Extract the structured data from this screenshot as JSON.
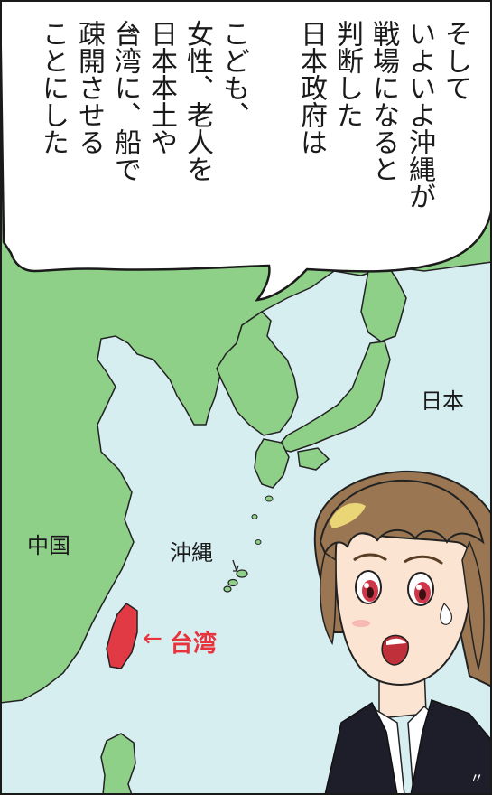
{
  "speech": {
    "lines": [
      "そして",
      "いよいよ沖縄が",
      "戦場になると",
      "判断した",
      "日本政府は",
      "こども、",
      "女性、老人を",
      "日本本土や",
      "台湾に、船で",
      "疎開させる",
      "ことにした"
    ],
    "note_mark": "※"
  },
  "map": {
    "labels": {
      "japan": "日本",
      "china": "中国",
      "okinawa": "沖縄",
      "taiwan_arrow": "←",
      "taiwan": "台湾"
    },
    "colors": {
      "sea": "#d7eef1",
      "land": "#8fd088",
      "land_outline": "#222222",
      "taiwan": "#e23a44",
      "taiwan_label": "#e8333c"
    }
  },
  "character": {
    "hair_color": "#9a7752",
    "eye_color": "#d0364a",
    "jacket_color": "#1e1e2a"
  },
  "decor": {
    "speed_mark": "〃"
  }
}
